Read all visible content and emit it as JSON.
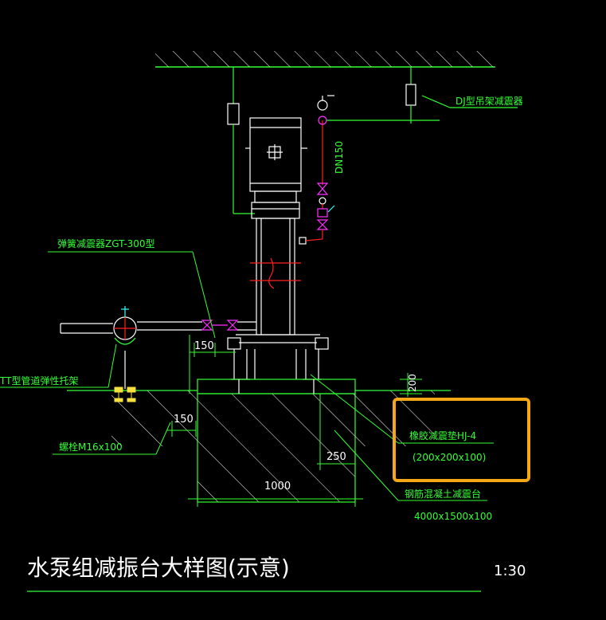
{
  "drawing": {
    "title": "水泵组减振台大样图(示意)",
    "scale": "1:30"
  },
  "labels": {
    "hanger": "DJ型吊架减震器",
    "pipe_size": "DN150",
    "pipe_absorber": "弹簧减震器ZGT-300型",
    "pipe_support": "TT型管道弹性托架",
    "bolt": "螺栓M16x100",
    "rubber_pad": "橡胶减震垫HJ-4",
    "rubber_pad_size": "(200x200x100)",
    "concrete_base": "钢筋混凝土减震台",
    "concrete_base_size": "4000x1500x100"
  },
  "dimensions": {
    "d150_upper": "150",
    "d150_lower": "150",
    "d200": "200",
    "d250": "250",
    "d1000": "1000"
  },
  "colors": {
    "green": "#32ff32",
    "white": "#ffffff",
    "red": "#ff2020",
    "magenta": "#ff30ff",
    "cyan": "#30ffff",
    "highlight": "#f5a817"
  }
}
